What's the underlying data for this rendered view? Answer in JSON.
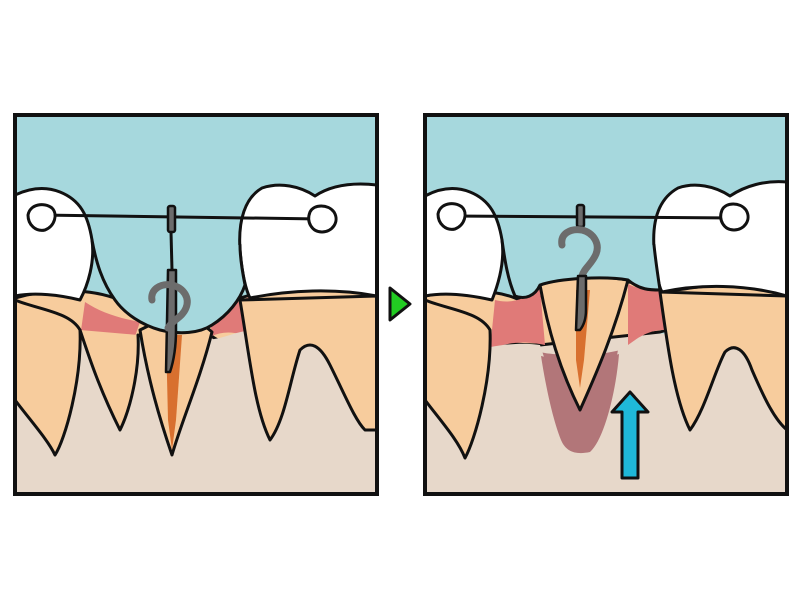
{
  "diagram": {
    "panels": [
      {
        "id": "before",
        "stage": "initial"
      },
      {
        "id": "after",
        "stage": "extruded"
      }
    ],
    "transition_indicator": {
      "icon": "play-arrow-icon",
      "color": "#22cc22"
    },
    "motion_indicator": {
      "icon": "arrow-up-icon",
      "color": "#1fb8d8"
    },
    "colors": {
      "stone": "#a6d8dd",
      "bone": "#e7d8ca",
      "gum": "#f7cc9d",
      "gum_pink": "#e07a78",
      "root_canal": "#d8702f",
      "tooth": "#ffffff",
      "hook": "#6c6c6c",
      "new_bone": "#b27679",
      "outline": "#111111",
      "arrow_blue": "#1fb8d8",
      "arrow_green": "#22cc22"
    }
  }
}
